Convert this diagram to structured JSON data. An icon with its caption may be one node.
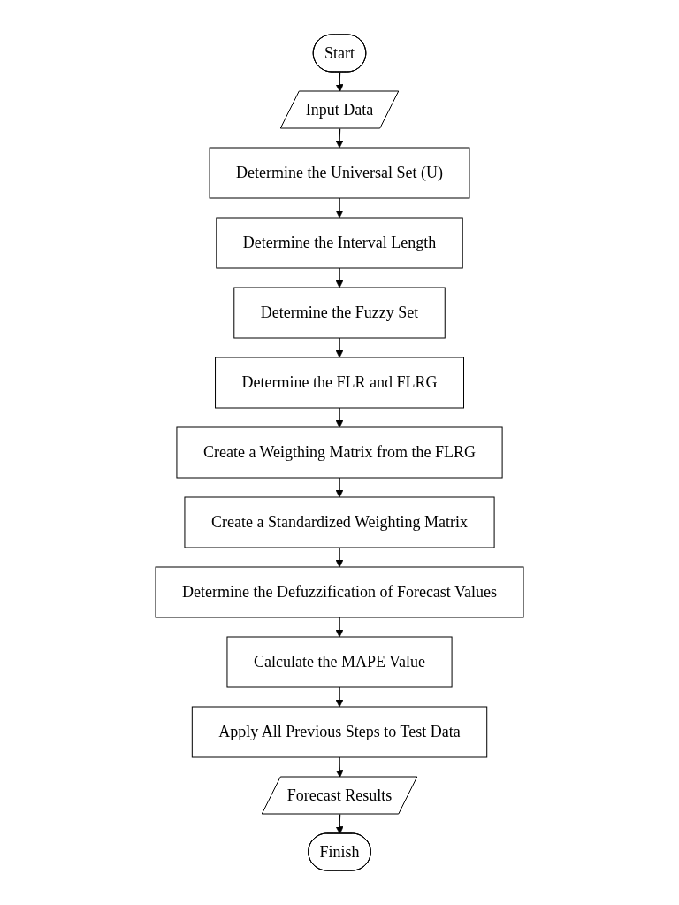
{
  "diagram": {
    "nodes": [
      {
        "text": [
          "Start"
        ]
      },
      {
        "text": [
          "Input Data"
        ]
      },
      {
        "text": [
          "Determine the Universal Set (U)"
        ]
      },
      {
        "text": [
          "Determine the Interval Length"
        ]
      },
      {
        "text": [
          "Determine the Fuzzy Set"
        ]
      },
      {
        "text": [
          "Determine the FLR and FLRG"
        ]
      },
      {
        "text": [
          "Create a Weigthing Matrix from the FLRG"
        ]
      },
      {
        "text": [
          "Create a Standardized Weighting Matrix"
        ]
      },
      {
        "text": [
          "Determine the Defuzzification of Forecast Values"
        ]
      },
      {
        "text": [
          "Calculate the MAPE Value"
        ]
      },
      {
        "text": [
          "Apply All Previous Steps to Test Data"
        ]
      },
      {
        "text": [
          "Forecast Results"
        ]
      },
      {
        "text": [
          "Finish"
        ]
      }
    ],
    "edges": [
      {
        "from": 0,
        "to": 1,
        "arrow": "to"
      },
      {
        "from": 1,
        "to": 2,
        "arrow": "to"
      },
      {
        "from": 2,
        "to": 3,
        "arrow": "to"
      },
      {
        "from": 3,
        "to": 4,
        "arrow": "to"
      },
      {
        "from": 4,
        "to": 5,
        "arrow": "to"
      },
      {
        "from": 5,
        "to": 6,
        "arrow": "to"
      },
      {
        "from": 6,
        "to": 7,
        "arrow": "to"
      },
      {
        "from": 7,
        "to": 8,
        "arrow": "to"
      },
      {
        "from": 8,
        "to": 9,
        "arrow": "to"
      },
      {
        "from": 9,
        "to": 10,
        "arrow": "to"
      },
      {
        "from": 10,
        "to": 11,
        "arrow": "to"
      },
      {
        "from": 11,
        "to": 12,
        "arrow": "to"
      }
    ]
  }
}
